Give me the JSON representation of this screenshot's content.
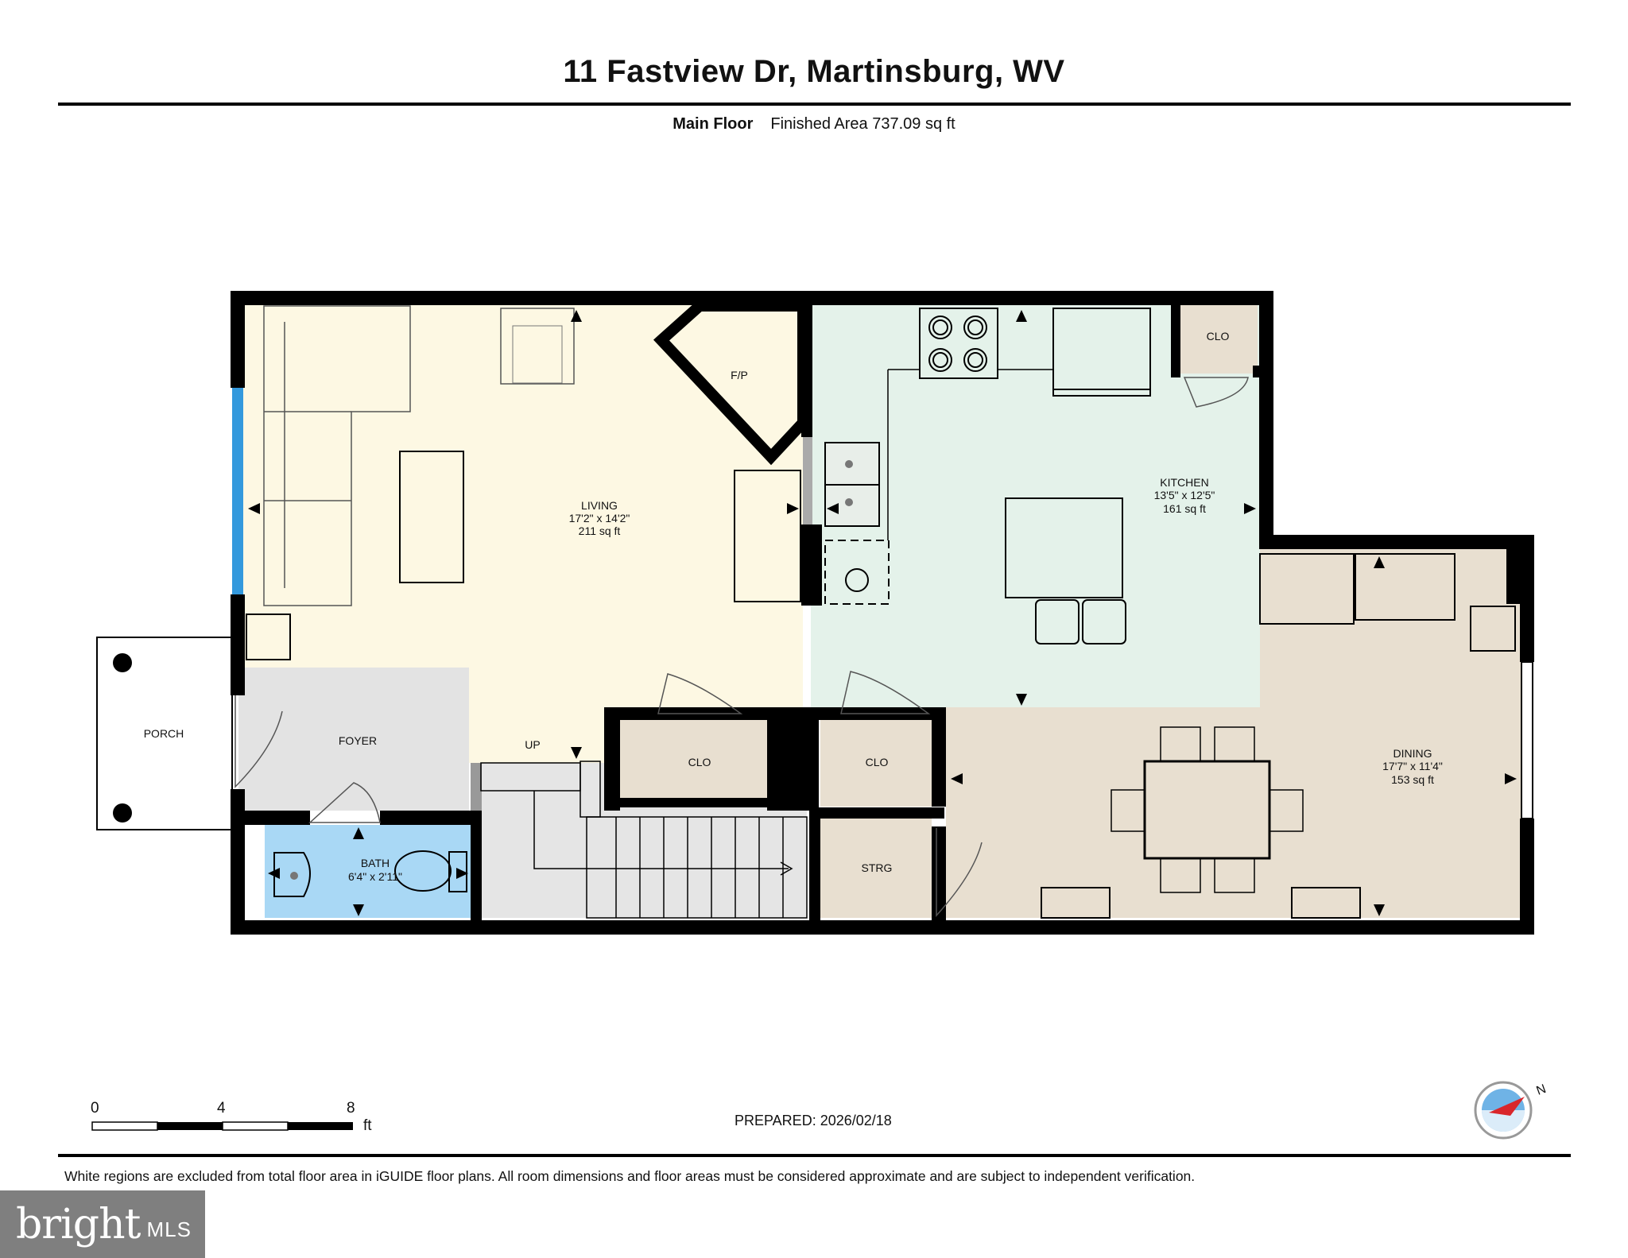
{
  "header": {
    "address": "11 Fastview Dr, Martinsburg, WV",
    "floor_label": "Main Floor",
    "area_label": "Finished Area 737.09 sq ft"
  },
  "rooms": {
    "living": {
      "name": "LIVING",
      "dims": "17'2\" x 14'2\"",
      "area": "211 sq ft"
    },
    "kitchen": {
      "name": "KITCHEN",
      "dims": "13'5\" x 12'5\"",
      "area": "161 sq ft"
    },
    "dining": {
      "name": "DINING",
      "dims": "17'7\" x 11'4\"",
      "area": "153 sq ft"
    },
    "bath": {
      "name": "BATH",
      "dims": "6'4\" x 2'11\""
    },
    "foyer": {
      "name": "FOYER"
    },
    "porch": {
      "name": "PORCH"
    },
    "fireplace": {
      "name": "F/P"
    },
    "up": {
      "name": "UP"
    },
    "clo_kitchen": {
      "name": "CLO"
    },
    "clo_left": {
      "name": "CLO"
    },
    "clo_right": {
      "name": "CLO"
    },
    "storage": {
      "name": "STRG"
    }
  },
  "scale_bar": {
    "labels": [
      "0",
      "4",
      "8"
    ],
    "unit": "ft"
  },
  "prepared": "PREPARED: 2026/02/18",
  "compass": {
    "north_label": "N"
  },
  "disclaimer": "White regions are excluded from total floor area in iGUIDE floor plans. All room dimensions and floor areas must be considered approximate and are subject to independent verification.",
  "logo": {
    "brand": "bright",
    "suffix": "MLS"
  },
  "colors": {
    "living": "#fdf8e3",
    "kitchen": "#e4f2ea",
    "dining": "#e8dfd0",
    "foyer": "#e3e3e3",
    "bath": "#a9d8f5",
    "closet": "#e8dfd0",
    "window": "#3399dd",
    "wall": "#000000"
  }
}
